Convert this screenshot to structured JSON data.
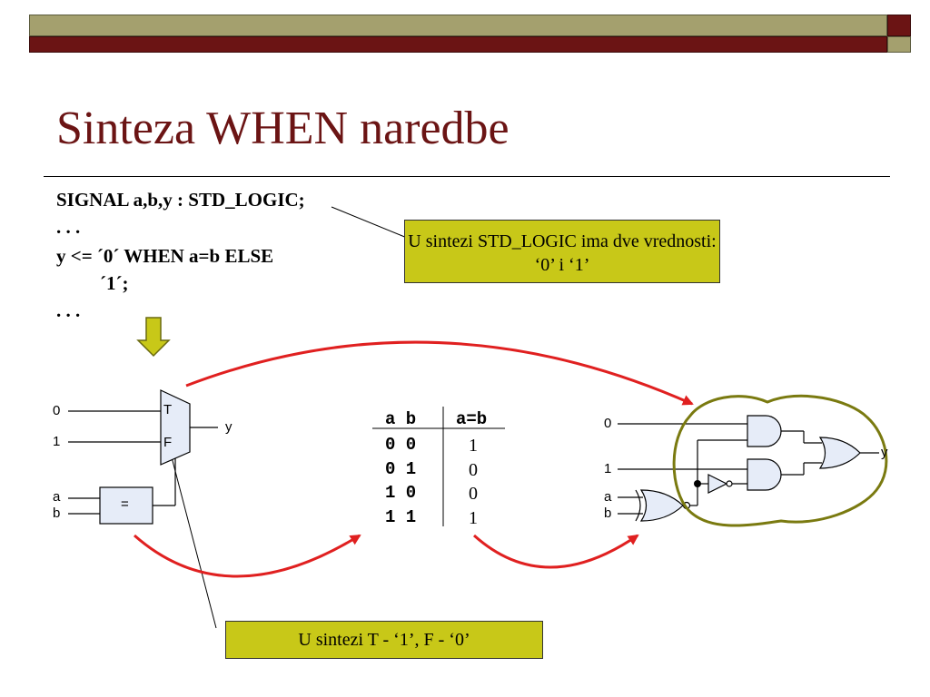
{
  "slide": {
    "title": "Sinteza WHEN naredbe",
    "code": [
      "SIGNAL a,b,y : STD_LOGIC;",
      ". . .",
      "y <= ´0´ WHEN a=b ELSE",
      "´1´;",
      ". . ."
    ]
  },
  "callouts": {
    "std_logic_note": "U sintezi STD_LOGIC ima dve vrednosti: ‘0’ i ‘1’",
    "mux_note": "U sintezi T - ‘1’, F - ‘0’"
  },
  "mux_circuit": {
    "input_0": "0",
    "input_1": "1",
    "mux_true": "T",
    "mux_false": "F",
    "output": "y",
    "cmp_a": "a",
    "cmp_b": "b",
    "comparator": "="
  },
  "truth_table": {
    "headers": [
      "a b",
      "a=b"
    ],
    "rows": [
      {
        "ab": "0 0",
        "eq": "1"
      },
      {
        "ab": "0 1",
        "eq": "0"
      },
      {
        "ab": "1 0",
        "eq": "0"
      },
      {
        "ab": "1 1",
        "eq": "1"
      }
    ]
  },
  "gate_circuit": {
    "input_0": "0",
    "input_1": "1",
    "in_a": "a",
    "in_b": "b",
    "output": "y"
  },
  "colors": {
    "title": "#6b1414",
    "callout_fill": "#c8c818",
    "arrow": "#e02020",
    "highlight": "#7a7a10",
    "down_arrow": "#c8c818"
  }
}
